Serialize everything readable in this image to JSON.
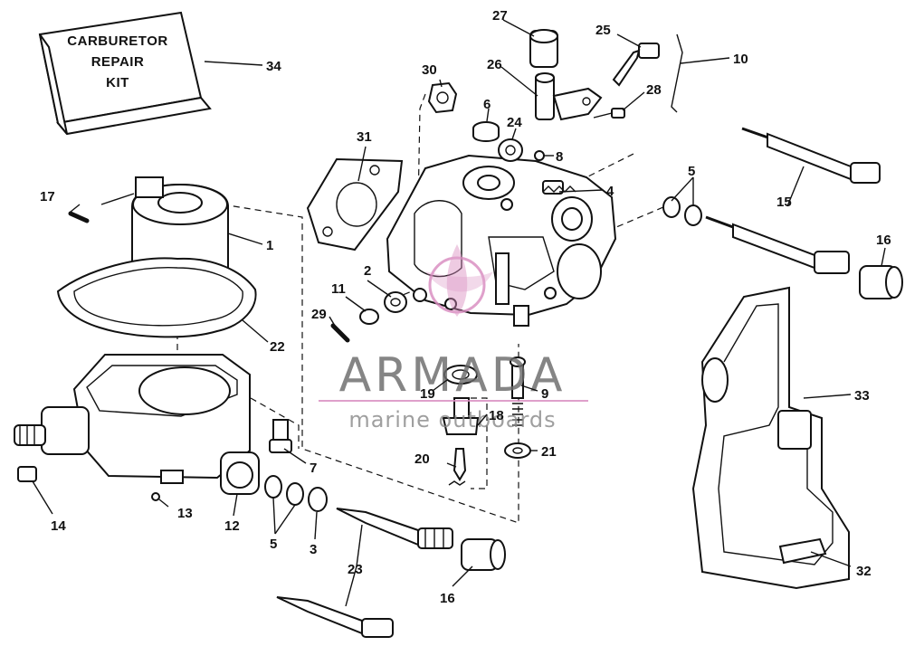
{
  "repair_kit": {
    "line1": "CARBURETOR",
    "line2": "REPAIR",
    "line3": "KIT"
  },
  "watermark": {
    "brand": "ARMADA",
    "tagline": "marine outboards",
    "accent_color": "#d98cc0"
  },
  "callouts": {
    "c1": "1",
    "c2": "2",
    "c3": "3",
    "c4": "4",
    "c5a": "5",
    "c5b": "5",
    "c6": "6",
    "c7": "7",
    "c8": "8",
    "c9": "9",
    "c10": "10",
    "c11": "11",
    "c12": "12",
    "c13": "13",
    "c14": "14",
    "c15": "15",
    "c16a": "16",
    "c16b": "16",
    "c17": "17",
    "c18": "18",
    "c19": "19",
    "c20": "20",
    "c21": "21",
    "c22": "22",
    "c23": "23",
    "c24": "24",
    "c25": "25",
    "c26": "26",
    "c27": "27",
    "c28": "28",
    "c29": "29",
    "c30": "30",
    "c31": "31",
    "c32": "32",
    "c33": "33",
    "c34": "34"
  }
}
